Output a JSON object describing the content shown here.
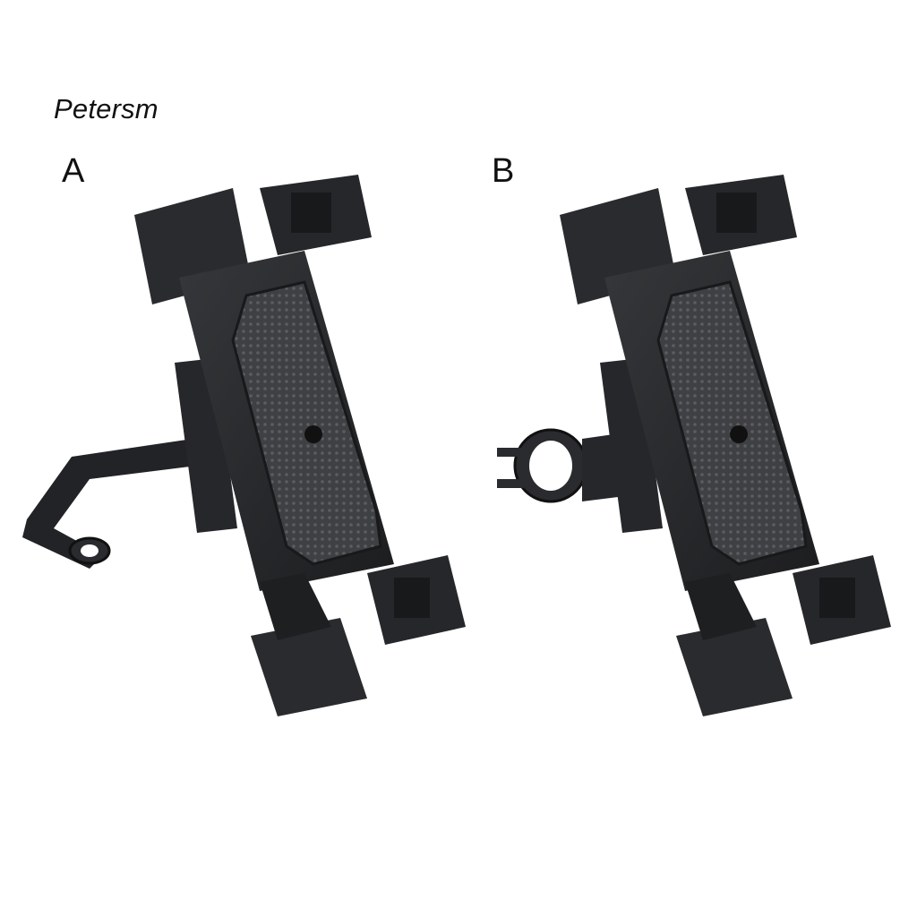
{
  "brand": {
    "text": "Petersm"
  },
  "products": [
    {
      "label": "A",
      "mount_type": "mirror-bolt-arm",
      "description": "phone holder with rear-view mirror bolt mount arm"
    },
    {
      "label": "B",
      "mount_type": "handlebar-clamp",
      "description": "phone holder with handlebar ring clamp mount"
    }
  ],
  "colors": {
    "background": "#ffffff",
    "plastic_dark": "#1e1f21",
    "plastic_mid": "#2c2d30",
    "plastic_light": "#3d3f43",
    "pad": "#4a4b4e",
    "text": "#111111"
  }
}
